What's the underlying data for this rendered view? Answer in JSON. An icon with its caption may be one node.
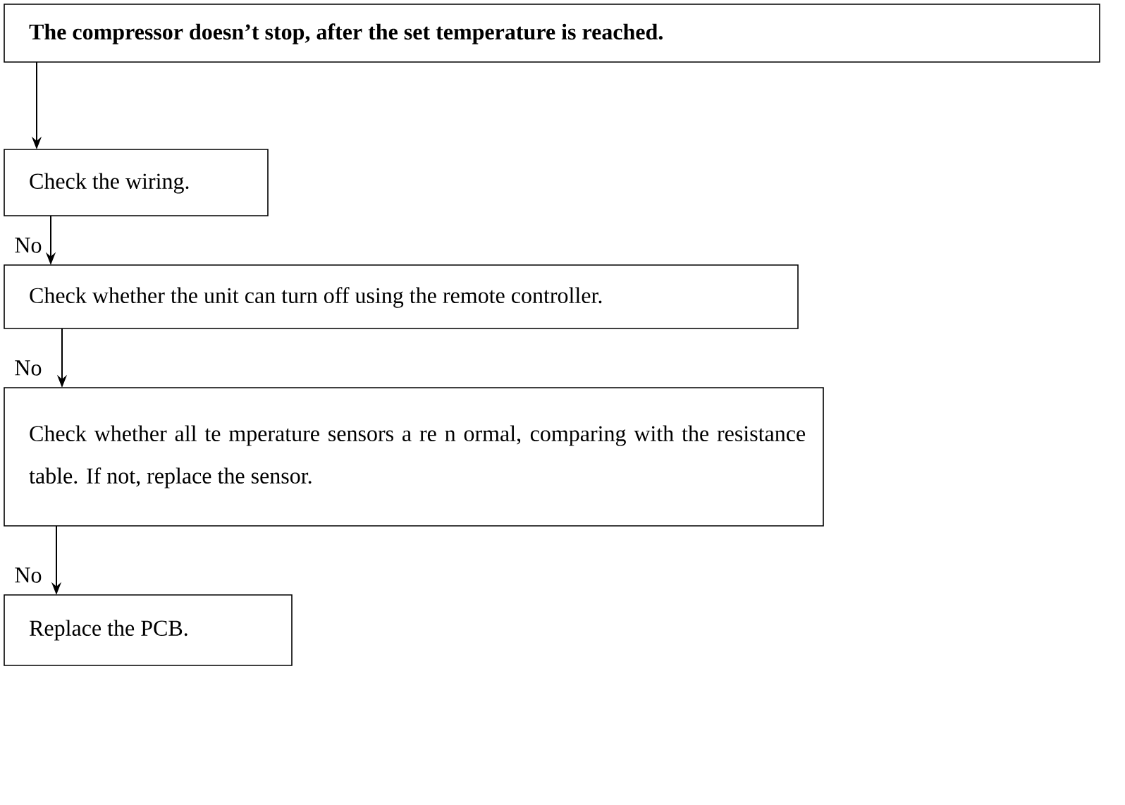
{
  "diagram": {
    "nodes": [
      {
        "text": [
          "The compressor doesn’t stop, after the set temperature is reached."
        ]
      },
      {
        "text": [
          "Check the wiring."
        ]
      },
      {
        "text": [
          "Check whether the unit can turn off using the remote controller."
        ]
      },
      {
        "text": [
          "Check whether all te mperature sensors a re n ormal, comparing with the resistance table. If not, replace the sensor."
        ]
      },
      {
        "text": [
          "Replace the PCB."
        ]
      }
    ],
    "edges": [
      {
        "from": 0,
        "to": 1,
        "arrow": "to"
      },
      {
        "from": 1,
        "to": 2,
        "arrow": "to",
        "label": "No"
      },
      {
        "from": 2,
        "to": 3,
        "arrow": "to",
        "label": "No"
      },
      {
        "from": 3,
        "to": 4,
        "arrow": "to",
        "label": "No"
      }
    ]
  }
}
